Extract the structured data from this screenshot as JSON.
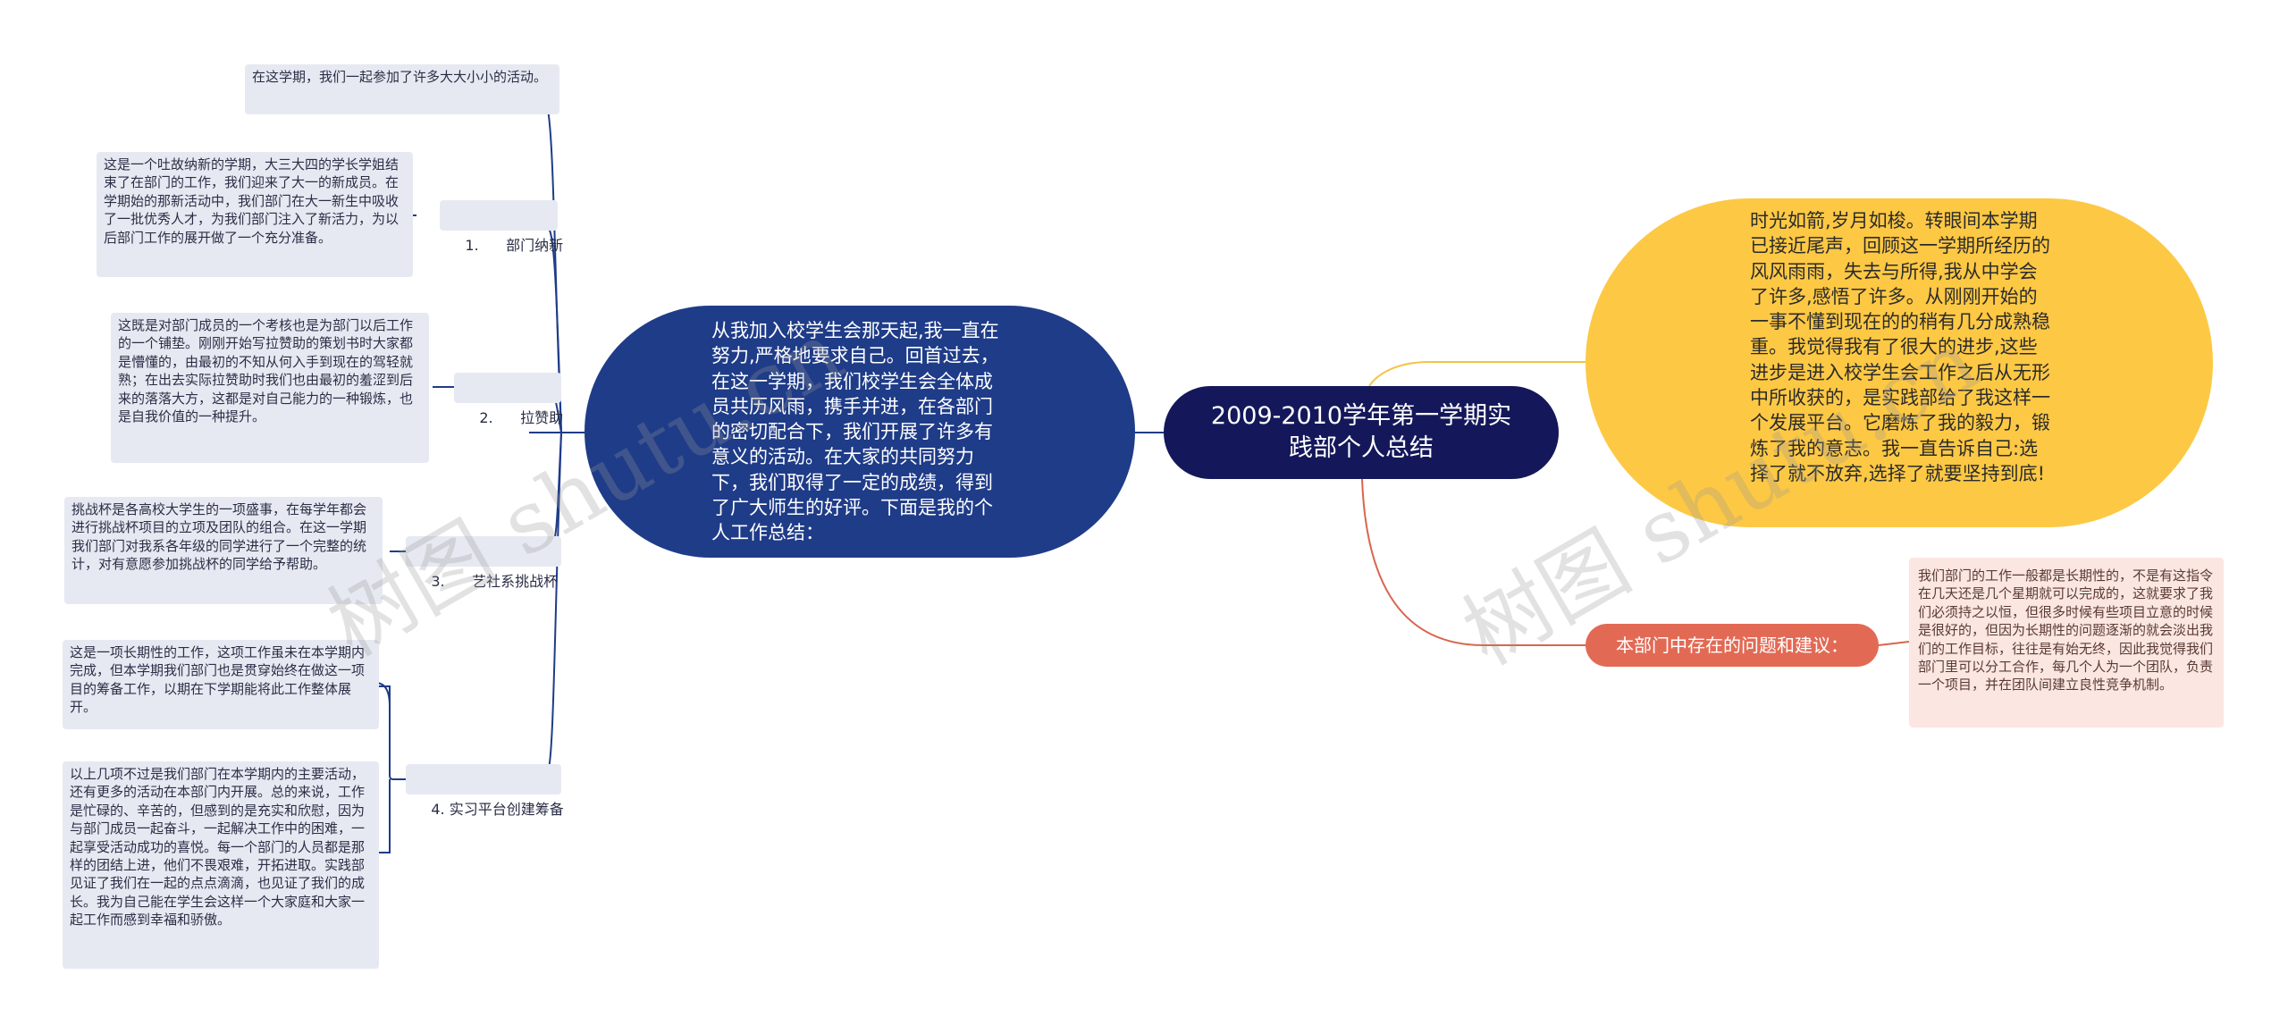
{
  "root": {
    "title": "2009-2010学年第一学期实践部个人总结"
  },
  "intro": {
    "text": "从我加入校学生会那天起,我一直在努力,严格地要求自己。回首过去，在这一学期，我们校学生会全体成员共历风雨，携手并进，在各部门的密切配合下，我们开展了许多有意义的活动。在大家的共同努力下，我们取得了一定的成绩，得到了广大师生的好评。下面是我的个人工作总结："
  },
  "summary": {
    "text": "时光如箭,岁月如梭。转眼间本学期已接近尾声，回顾这一学期所经历的风风雨雨，失去与所得,我从中学会了许多,感悟了许多。从刚刚开始的一事不懂到现在的的稍有几分成熟稳重。我觉得我有了很大的进步,这些进步是进入校学生会工作之后从无形中所收获的，是实践部给了我这样一个发展平台。它磨炼了我的毅力，锻炼了我的意志。我一直告诉自己:选择了就不放弃,选择了就要坚持到底!"
  },
  "problem": {
    "label": "本部门中存在的问题和建议：",
    "text": "我们部门的工作一般都是长期性的，不是有这指令在几天还是几个星期就可以完成的，这就要求了我们必须持之以恒，但很多时候有些项目立意的时候是很好的，但因为长期性的问题逐渐的就会淡出我们的工作目标，往往是有始无终，因此我觉得我们部门里可以分工合作，每几个人为一个团队，负责一个项目，并在团队间建立良性竞争机制。"
  },
  "left_top_note": {
    "text": "在这学期，我们一起参加了许多大大小小的活动。"
  },
  "branches": [
    {
      "label": "1.      部门纳新",
      "text": "这是一个吐故纳新的学期，大三大四的学长学姐结束了在部门的工作，我们迎来了大一的新成员。在学期始的那新活动中，我们部门在大一新生中吸收了一批优秀人才，为我们部门注入了新活力，为以后部门工作的展开做了一个充分准备。"
    },
    {
      "label": "2.      拉赞助",
      "text": "这既是对部门成员的一个考核也是为部门以后工作的一个铺垫。刚刚开始写拉赞助的策划书时大家都是懵懂的，由最初的不知从何入手到现在的驾轻就熟；在出去实际拉赞助时我们也由最初的羞涩到后来的落落大方，这都是对自己能力的一种锻炼，也是自我价值的一种提升。"
    },
    {
      "label": "3.      艺社系挑战杯",
      "text": "挑战杯是各高校大学生的一项盛事，在每学年都会进行挑战杯项目的立项及团队的组合。在这一学期我们部门对我系各年级的同学进行了一个完整的统计，对有意愿参加挑战杯的同学给予帮助。"
    },
    {
      "label": "4. 实习平台创建筹备",
      "texts": [
        "这是一项长期性的工作，这项工作虽未在本学期内完成，但本学期我们部门也是贯穿始终在做这一项目的筹备工作，以期在下学期能将此工作整体展开。",
        "以上几项不过是我们部门在本学期内的主要活动，还有更多的活动在本部门内开展。总的来说，工作是忙碌的、辛苦的，但感到的是充实和欣慰，因为与部门成员一起奋斗，一起解决工作中的困难，一起享受活动成功的喜悦。每一个部门的人员都是那样的团结上进，他们不畏艰难，开拓进取。实践部见证了我们在一起的点点滴滴，也见证了我们的成长。我为自己能在学生会这样一个大家庭和大家一起工作而感到幸福和骄傲。"
      ]
    }
  ],
  "watermark": {
    "text": "树图 shutu.cn"
  },
  "colors": {
    "root": "#14185a",
    "intro": "#1f3c88",
    "summary": "#fdc844",
    "problem": "#e26a55",
    "problem_bg": "#fbe6e1",
    "leaf_bg": "#e7e9f2",
    "line_left": "#1f3c88",
    "line_summary": "#f5c243",
    "line_problem": "#d9654f"
  }
}
